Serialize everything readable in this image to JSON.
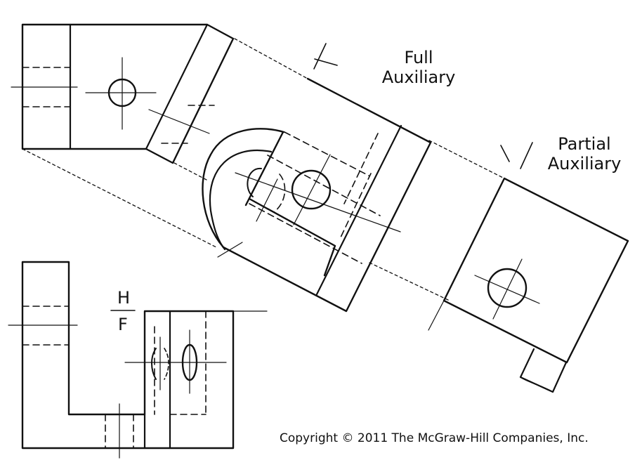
{
  "labels": {
    "full_auxiliary": "Full\nAuxiliary",
    "partial_auxiliary": "Partial\nAuxiliary",
    "fold_line_top": "H",
    "fold_line_bottom": "F",
    "copyright": "Copyright © 2011 The McGraw-Hill Companies, Inc."
  },
  "colors": {
    "line": "#111111",
    "background": "#ffffff"
  }
}
